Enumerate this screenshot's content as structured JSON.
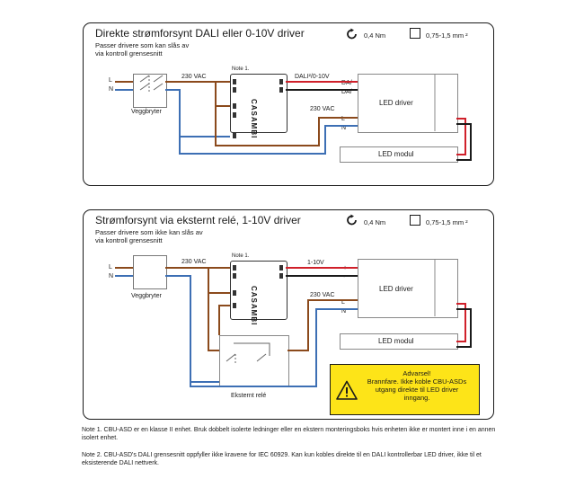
{
  "panels": [
    {
      "title": "Direkte strømforsynt DALI eller 0-10V driver",
      "subtitle": [
        "Passer drivere som kan slås av",
        "via kontroll grensesnitt"
      ],
      "torque": "0,4 Nm",
      "wire_size": "0,75-1,5 mm ²",
      "L": "L",
      "N": "N",
      "switch_label": "Veggbryter",
      "vac_label": "230 VAC",
      "note_ref": "Note 1.",
      "casambi": "CASAMBI",
      "dali_label": "DALI²/0-10V",
      "da_plus": "DA/",
      "da_minus": "DA/",
      "driver_vac": "230 VAC",
      "driver_L": "L",
      "driver_N": "N",
      "led_driver": "LED driver",
      "led_modul": "LED modul"
    },
    {
      "title": "Strømforsynt via eksternt relé, 1-10V driver",
      "subtitle": [
        "Passer drivere som ikke kan slås av",
        "via kontroll grensesnitt"
      ],
      "torque": "0,4 Nm",
      "wire_size": "0,75-1,5 mm ²",
      "L": "L",
      "N": "N",
      "switch_label": "Veggbryter",
      "vac_label": "230 VAC",
      "note_ref": "Note 1.",
      "casambi": "CASAMBI",
      "control_label": "1-10V",
      "plus": "+",
      "minus": "-",
      "driver_vac": "230 VAC",
      "driver_L": "L",
      "driver_N": "N",
      "led_driver": "LED driver",
      "led_modul": "LED modul",
      "relay_label": "Eksternt relé",
      "warning": [
        "Advarsel!",
        "Brannfare. Ikke koble CBU-ASDs",
        "utgang direkte til LED driver",
        "inngang."
      ]
    }
  ],
  "notes": [
    "Note 1. CBU-ASD  er en klasse II enhet. Bruk dobbelt isolerte ledninger eller en ekstern monteringsboks hvis enheten ikke er montert inne i en annen isolert enhet.",
    "Note 2. CBU-ASD's DALI grensesnitt  oppfyller ikke kravene for IEC 60929.  Kan kun kobles direkte til en DALI kontrollerbar LED driver, ikke til et eksisterende DALI nettverk."
  ],
  "colors": {
    "brown": "#8b4a1c",
    "blue": "#3d6fb4",
    "red": "#d0202a",
    "black": "#1a1a1a",
    "warning": "#fde418"
  }
}
